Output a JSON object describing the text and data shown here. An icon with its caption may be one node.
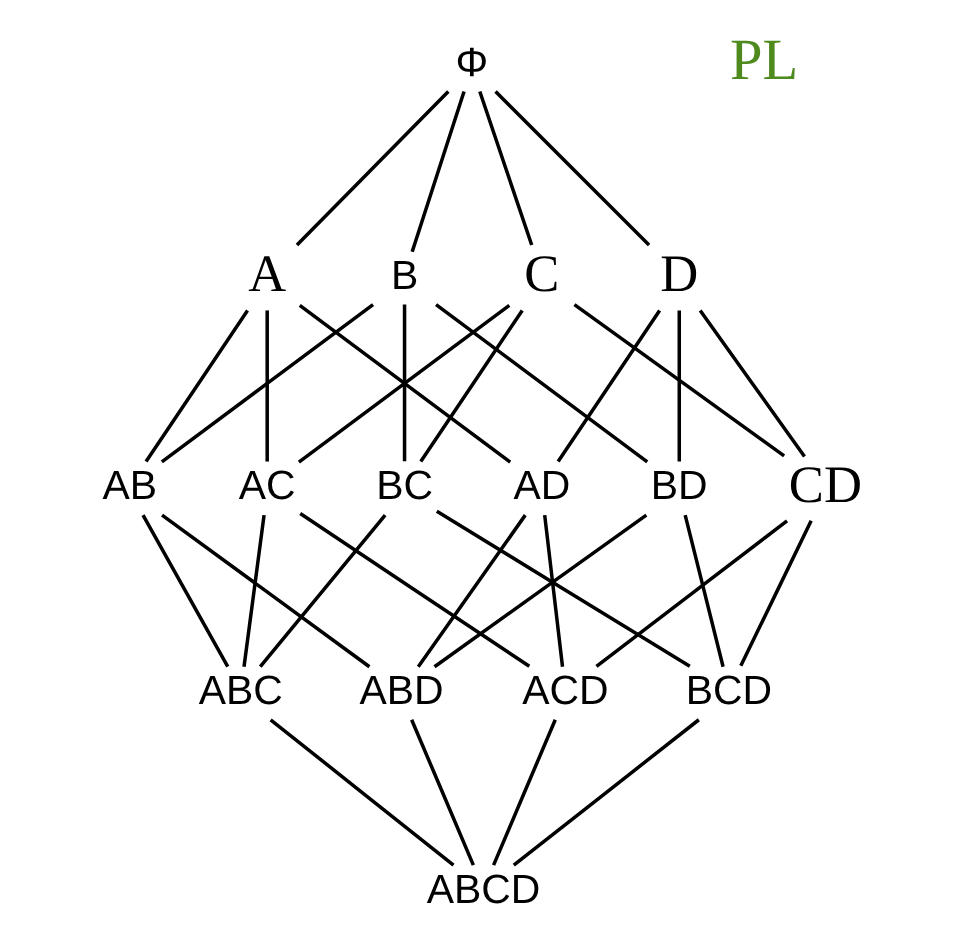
{
  "diagram": {
    "nodes": [
      {
        "text": [
          "Φ"
        ]
      },
      {
        "text": [
          "A"
        ]
      },
      {
        "text": [
          "B"
        ]
      },
      {
        "text": [
          "C"
        ]
      },
      {
        "text": [
          "D"
        ]
      },
      {
        "text": [
          "AB"
        ]
      },
      {
        "text": [
          "AC"
        ]
      },
      {
        "text": [
          "AD"
        ]
      },
      {
        "text": [
          "BC"
        ]
      },
      {
        "text": [
          "BD"
        ]
      },
      {
        "text": [
          "CD"
        ]
      },
      {
        "text": [
          "ABC"
        ]
      },
      {
        "text": [
          "ABD"
        ]
      },
      {
        "text": [
          "ACD"
        ]
      },
      {
        "text": [
          "BCD"
        ]
      },
      {
        "text": [
          "ABCD"
        ]
      }
    ],
    "edges": [
      {
        "from": 0,
        "to": 1,
        "arrow": "none"
      },
      {
        "from": 0,
        "to": 2,
        "arrow": "none"
      },
      {
        "from": 0,
        "to": 3,
        "arrow": "none"
      },
      {
        "from": 0,
        "to": 4,
        "arrow": "none"
      },
      {
        "from": 1,
        "to": 5,
        "arrow": "none"
      },
      {
        "from": 1,
        "to": 6,
        "arrow": "none"
      },
      {
        "from": 1,
        "to": 7,
        "arrow": "none"
      },
      {
        "from": 2,
        "to": 5,
        "arrow": "none"
      },
      {
        "from": 2,
        "to": 8,
        "arrow": "none"
      },
      {
        "from": 2,
        "to": 9,
        "arrow": "none"
      },
      {
        "from": 3,
        "to": 6,
        "arrow": "none"
      },
      {
        "from": 3,
        "to": 8,
        "arrow": "none"
      },
      {
        "from": 3,
        "to": 10,
        "arrow": "none"
      },
      {
        "from": 4,
        "to": 7,
        "arrow": "none"
      },
      {
        "from": 4,
        "to": 9,
        "arrow": "none"
      },
      {
        "from": 4,
        "to": 10,
        "arrow": "none"
      },
      {
        "from": 5,
        "to": 11,
        "arrow": "none"
      },
      {
        "from": 5,
        "to": 12,
        "arrow": "none"
      },
      {
        "from": 6,
        "to": 11,
        "arrow": "none"
      },
      {
        "from": 6,
        "to": 13,
        "arrow": "none"
      },
      {
        "from": 7,
        "to": 12,
        "arrow": "none"
      },
      {
        "from": 7,
        "to": 13,
        "arrow": "none"
      },
      {
        "from": 8,
        "to": 11,
        "arrow": "none"
      },
      {
        "from": 8,
        "to": 14,
        "arrow": "none"
      },
      {
        "from": 9,
        "to": 12,
        "arrow": "none"
      },
      {
        "from": 9,
        "to": 14,
        "arrow": "none"
      },
      {
        "from": 10,
        "to": 13,
        "arrow": "none"
      },
      {
        "from": 10,
        "to": 14,
        "arrow": "none"
      },
      {
        "from": 11,
        "to": 15,
        "arrow": "none"
      },
      {
        "from": 12,
        "to": 15,
        "arrow": "none"
      },
      {
        "from": 13,
        "to": 15,
        "arrow": "none"
      },
      {
        "from": 14,
        "to": 15,
        "arrow": "none"
      }
    ],
    "labels": [
      "PL"
    ]
  }
}
